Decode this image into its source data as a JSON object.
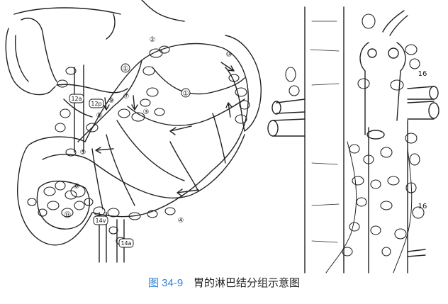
{
  "figure": {
    "number": "图 34-9",
    "caption": "胃的淋巴结分组示意图",
    "accent_color": "#2f7fd6",
    "labels": {
      "n1a": "①",
      "n1b": "①",
      "n2": "②",
      "n3": "③",
      "n4": "④",
      "n5": "⑤",
      "n6": "⑥",
      "n7": "⑦",
      "n8": "⑧",
      "n9": "⑨",
      "n10": "⑩",
      "n12a": "12a",
      "n12p": "12p",
      "n13": "⑬",
      "n14v": "14v",
      "n14a": "14a",
      "n16a": "16",
      "n16b": "16"
    }
  }
}
